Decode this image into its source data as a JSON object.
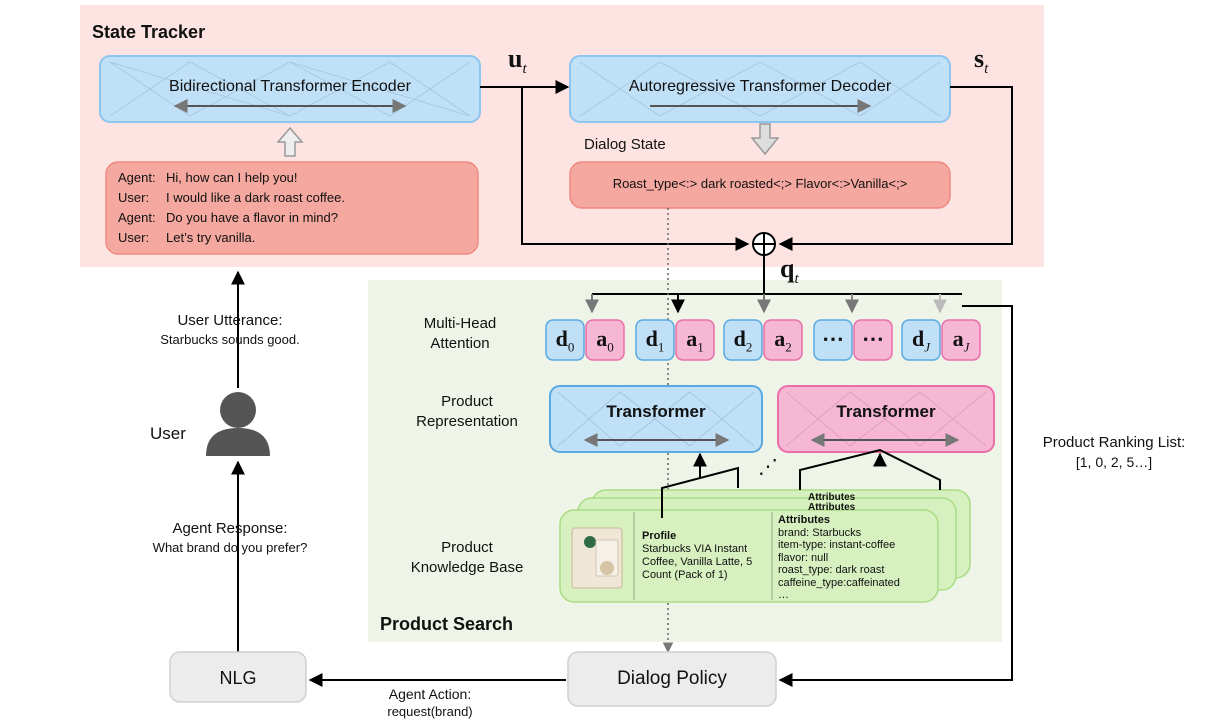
{
  "state_tracker": {
    "title": "State Tracker",
    "encoder_label": "Bidirectional Transformer Encoder",
    "decoder_label": "Autoregressive Transformer Decoder",
    "u_symbol": "u",
    "u_sub": "t",
    "s_symbol": "s",
    "s_sub": "t",
    "dialog_state_label": "Dialog State",
    "dialog_state_value": "Roast_type<:> dark roasted<;> Flavor<:>Vanilla<;>",
    "dialog_lines": [
      {
        "speaker": "Agent:",
        "text": "Hi, how can I help you!"
      },
      {
        "speaker": "User:",
        "text": "I would like a dark roast coffee."
      },
      {
        "speaker": "Agent:",
        "text": "Do you have a flavor in mind?"
      },
      {
        "speaker": "User:",
        "text": "Let’s try vanilla."
      }
    ],
    "oplus": "⊕"
  },
  "q_symbol": "q",
  "q_sub": "t",
  "product_search": {
    "title": "Product Search",
    "mha_label": "Multi-Head\nAttention",
    "tokens": [
      {
        "d": "d",
        "dsub": "0",
        "a": "a",
        "asub": "0"
      },
      {
        "d": "d",
        "dsub": "1",
        "a": "a",
        "asub": "1"
      },
      {
        "d": "d",
        "dsub": "2",
        "a": "a",
        "asub": "2"
      },
      {
        "d": "⋯",
        "dsub": "",
        "a": "⋯",
        "asub": ""
      },
      {
        "d": "d",
        "dsub": "J",
        "a": "a",
        "asub": "J"
      }
    ],
    "product_repr_label": "Product\nRepresentation",
    "transformer_label": "Transformer",
    "kb_label": "Product\nKnowledge Base",
    "ellipsis": "⋰",
    "card": {
      "profile_heading": "Profile",
      "profile_text": "Starbucks VIA Instant Coffee, Vanilla Latte, 5 Count (Pack of 1)",
      "attributes_heading": "Attributes",
      "attributes": [
        "brand: Starbucks",
        "item-type: instant-coffee",
        "flavor: null",
        "roast_type: dark roast",
        "caffeine_type:caffeinated",
        "…"
      ]
    }
  },
  "left": {
    "user_utterance_label": "User Utterance:",
    "user_utterance_value": "Starbucks sounds good.",
    "user_label": "User",
    "agent_response_label": "Agent Response:",
    "agent_response_value": "What brand do you prefer?"
  },
  "nlg_label": "NLG",
  "dialog_policy_label": "Dialog Policy",
  "agent_action_label": "Agent Action:",
  "agent_action_value": "request(brand)",
  "ranking_label": "Product Ranking List:",
  "ranking_value": "[1, 0, 2, 5…]",
  "colors": {
    "state_tracker_bg": "#fde4e2",
    "product_search_bg": "#eef5e8",
    "blue_box": "#bfe0f6",
    "blue_border": "#8cc6ee",
    "pink_box": "#f4a8a0",
    "pink_border": "#ee8a80",
    "magenta_box": "#f6b7d4",
    "magenta_border": "#ea6fa8",
    "green_card": "#d7f0c0",
    "green_border": "#a8dc82",
    "gray_box": "#ececec"
  }
}
